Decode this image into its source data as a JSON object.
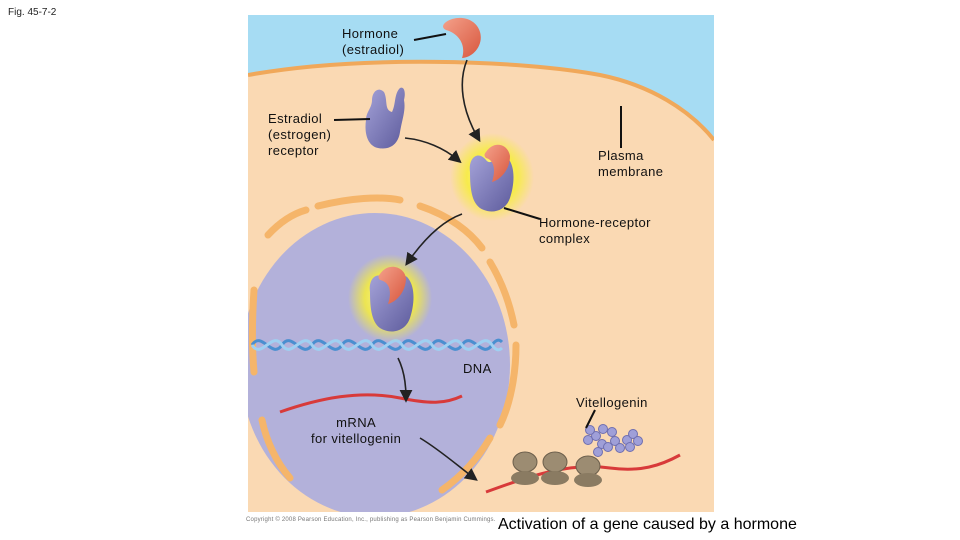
{
  "figure_label": "Fig. 45-7-2",
  "labels": {
    "hormone": "Hormone\n(estradiol)",
    "receptor": "Estradiol\n(estrogen)\nreceptor",
    "plasma_membrane": "Plasma\nmembrane",
    "complex": "Hormone-receptor\ncomplex",
    "dna": "DNA",
    "vitellogenin": "Vitellogenin",
    "mrna": "mRNA\nfor vitellogenin"
  },
  "copyright": "Copyright © 2008 Pearson Education, Inc., publishing as Pearson Benjamin Cummings.",
  "caption": "Activation of a gene caused by a hormone",
  "colors": {
    "extracellular": "#a6dcf3",
    "cytoplasm": "#fad9b3",
    "nucleus": "#b3b1da",
    "nuclear_envelope": "#f5b56a",
    "hormone": "#e8755a",
    "receptor": "#7d7bb8",
    "glow": "#f6ee3a",
    "dna": "#4a8fd0",
    "mrna": "#d83a3a",
    "ribosome": "#9c8c72",
    "protein": "#9f9fd8"
  }
}
